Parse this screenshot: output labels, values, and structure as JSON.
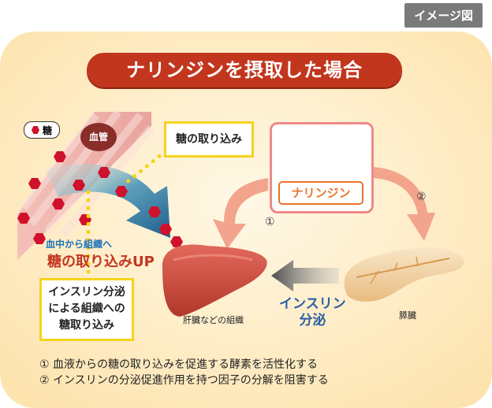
{
  "badge": "イメージ図",
  "title": "ナリンジンを摂取した場合",
  "legend": {
    "label": "糖"
  },
  "vessel_label": "血管",
  "callout_uptake": "糖の取り込み",
  "uptake_up": {
    "line1": "血中から組織へ",
    "line2": "糖の取り込みUP"
  },
  "callout_insulin": {
    "line1": "インスリン分泌",
    "line2": "による組織への",
    "line3": "糖取り込み"
  },
  "naringin": {
    "label": "ナリンジン"
  },
  "markers": {
    "one": "①",
    "two": "②"
  },
  "organs": {
    "liver": "肝臓などの組織",
    "pancreas": "膵臓"
  },
  "insulin_secretion": {
    "line1": "インスリン",
    "line2": "分泌"
  },
  "notes": [
    "① 血液からの糖の取り込みを促進する酵素を活性化する",
    "② インスリンの分泌促進作用を持つ因子の分解を阻害する"
  ],
  "colors": {
    "panel_bg": "#fdebc3",
    "title_bg": "#c2361e",
    "sugar": "#d0112b",
    "callout_border": "#f6d31b",
    "arrow_salmon": "#f2a48d",
    "insulin_arrow": "#5a5a5a"
  }
}
